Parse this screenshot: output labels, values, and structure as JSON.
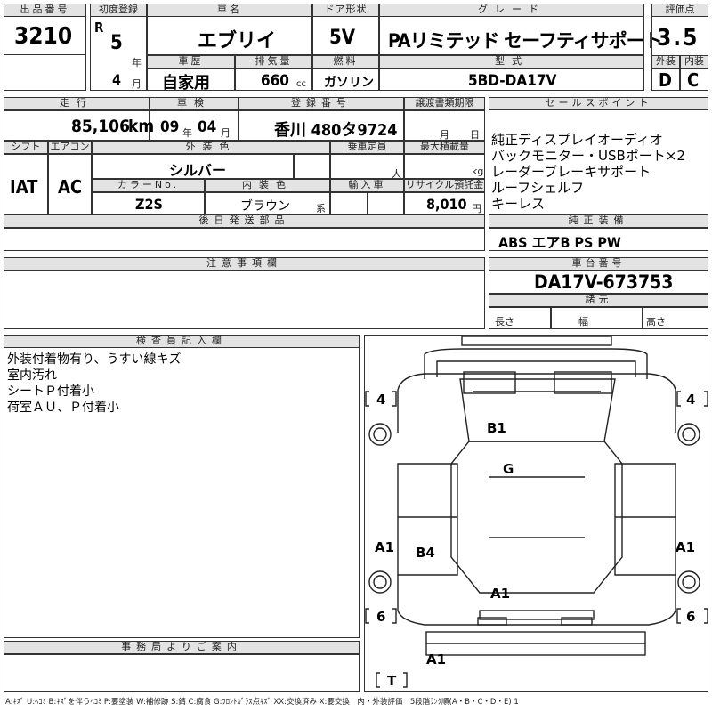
{
  "header": {
    "lot_number_label": "出品番号",
    "lot_number": "3210",
    "first_reg_label": "初度登録",
    "era": "R",
    "year": "5",
    "year_unit": "年",
    "month": "4",
    "month_unit": "月",
    "car_name_label": "車名",
    "car_name": "エブリイ",
    "door_label": "ドア形状",
    "door": "5V",
    "grade_label": "グレード",
    "grade": "PAリミテッド セーフティサポート",
    "score_label": "評価点",
    "score": "3.5",
    "history_label": "車歴",
    "history": "自家用",
    "displacement_label": "排気量",
    "displacement": "660",
    "displacement_unit": "cc",
    "fuel_label": "燃料",
    "fuel": "ガソリン",
    "model_code_label": "型式",
    "model_code": "5BD-DA17V",
    "exterior_label": "外装",
    "exterior": "D",
    "interior_label": "内装",
    "interior": "C"
  },
  "row2": {
    "mileage_label": "走行",
    "mileage": "85,106",
    "mileage_unit": "km",
    "inspection_label": "車検",
    "inspection_year": "09",
    "inspection_year_unit": "年",
    "inspection_month": "04",
    "inspection_month_unit": "月",
    "plate_label": "登録番号",
    "plate": "香川 480タ9724",
    "docs_label": "譲渡書類期限",
    "docs_month_unit": "月",
    "docs_day_unit": "日"
  },
  "row3": {
    "shift_label": "シフト",
    "shift": "IAT",
    "ac_label": "エアコン",
    "ac": "AC",
    "color_label": "外装色",
    "color": "シルバー",
    "capacity_label": "乗車定員",
    "capacity_unit": "人",
    "max_load_label": "最大積載量",
    "max_load_unit": "kg",
    "color_code_label": "カラーNo.",
    "color_code": "Z2S",
    "interior_color_label": "内装色",
    "interior_color": "ブラウン",
    "interior_color_unit": "系",
    "import_label": "輸入車",
    "recycle_label": "リサイクル預託金",
    "recycle": "8,010",
    "recycle_unit": "円"
  },
  "later_parts_label": "後日発送部品",
  "sales_points": {
    "label": "セールスポイント",
    "items": [
      "純正ディスプレイオーディオ",
      "バックモニター・USBポート×2",
      "レーダーブレーキサポート",
      "ルーフシェルフ",
      "キーレス"
    ]
  },
  "genuine_equipment": {
    "label": "純正装備",
    "value": "ABS エアB PS PW"
  },
  "notes": {
    "label": "注意事項欄"
  },
  "chassis": {
    "label": "車台番号",
    "value": "DA17V-673753"
  },
  "specs": {
    "label": "諸元",
    "length_label": "長さ",
    "width_label": "幅",
    "height_label": "高さ"
  },
  "inspector": {
    "label": "検査員記入欄",
    "lines": [
      "外装付着物有り、うすい線キズ",
      "室内汚れ",
      "シートＰ付着小",
      "荷室ＡＵ、Ｐ付着小"
    ]
  },
  "office": {
    "label": "事務局よりご案内"
  },
  "diagram": {
    "tire_front_left": "4",
    "tire_front_right": "4",
    "tire_rear_left": "6",
    "tire_rear_right": "6",
    "spare": "T",
    "marks": {
      "b1": "B1",
      "g": "G",
      "a1_left": "A1",
      "a1_right": "A1",
      "b4": "B4",
      "a1_cargo": "A1",
      "a1_bottom": "A1"
    }
  },
  "legend": "A:ｷｽﾞ U:ﾍｺﾐ B:ｷｽﾞを伴うﾍｺﾐ P:要塗装 W:補修跡 S:錆 C:腐食 G:ﾌﾛﾝﾄｶﾞﾗｽ点ｷｽﾞ XX:交換済み X:要交換　内・外装評価　5段階ﾗﾝｸ順(A・B・C・D・E) 1"
}
